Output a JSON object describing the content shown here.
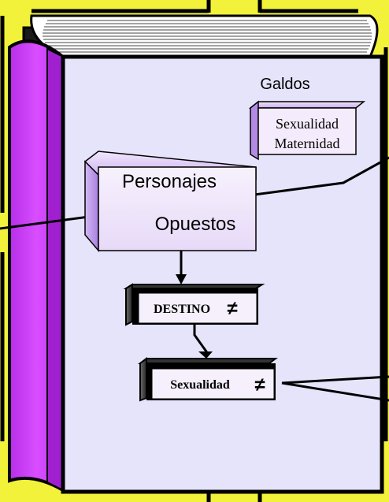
{
  "book": {
    "author": "Galdos"
  },
  "boxes": {
    "topic": {
      "line1": "Sexualidad",
      "line2": "Maternidad"
    },
    "characters": {
      "line1": "Personajes",
      "line2": "Opuestos"
    },
    "destiny": {
      "label": "DESTINO",
      "symbol": "≠"
    },
    "sexuality": {
      "label": "Sexualidad",
      "symbol": "≠"
    }
  },
  "colors": {
    "background": "#f2f23a",
    "book_spine": "#cc33ff",
    "page": "#e6e4fb",
    "box_front": "#f1e8fb",
    "box_shade": "#c5a3ef",
    "outline": "#000000"
  }
}
